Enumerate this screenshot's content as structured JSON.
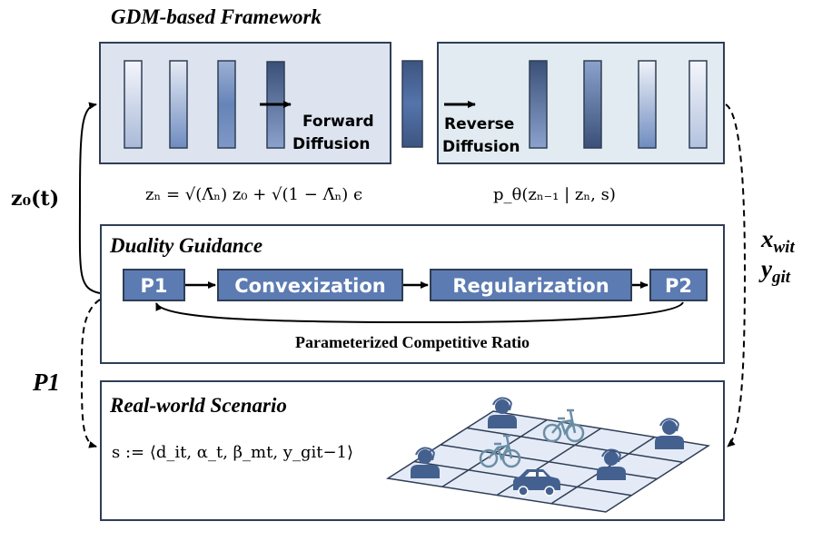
{
  "framework": {
    "title": "GDM-based Framework",
    "forward_label_1": "Forward",
    "forward_label_2": "Diffusion",
    "reverse_label_1": "Reverse",
    "reverse_label_2": "Diffusion",
    "forward_formula": "zₙ = √(Λ̄ₙ) z₀ + √(1 − Λ̄ₙ) ϵ",
    "reverse_formula": "p_θ(zₙ₋₁ | zₙ, s)"
  },
  "duality": {
    "title": "Duality Guidance",
    "steps": [
      "P1",
      "Convexization",
      "Regularization",
      "P2"
    ],
    "loop_caption": "Parameterized Competitive Ratio"
  },
  "scenario": {
    "title": "Real-world Scenario",
    "state_formula": "s := ⟨d_it, α_t, β_mt, y_git−1⟩",
    "icons": [
      "person-headset-icon",
      "bicycle-icon",
      "car-icon"
    ]
  },
  "side_labels": {
    "left_top": "z₀(t)",
    "left_bottom": "P1",
    "right_x": "x",
    "right_x_sub": "wit",
    "right_y": "y",
    "right_y_sub": "git"
  },
  "colors": {
    "border": "#2f3e55",
    "step_fill": "#5b7bb2",
    "left_box_fill": "#dde4f0",
    "right_box_fill": "#e1ebf1",
    "icon": "#44608f",
    "bike": "#6b8ea6",
    "grid_fill": "#e4ebf7"
  }
}
